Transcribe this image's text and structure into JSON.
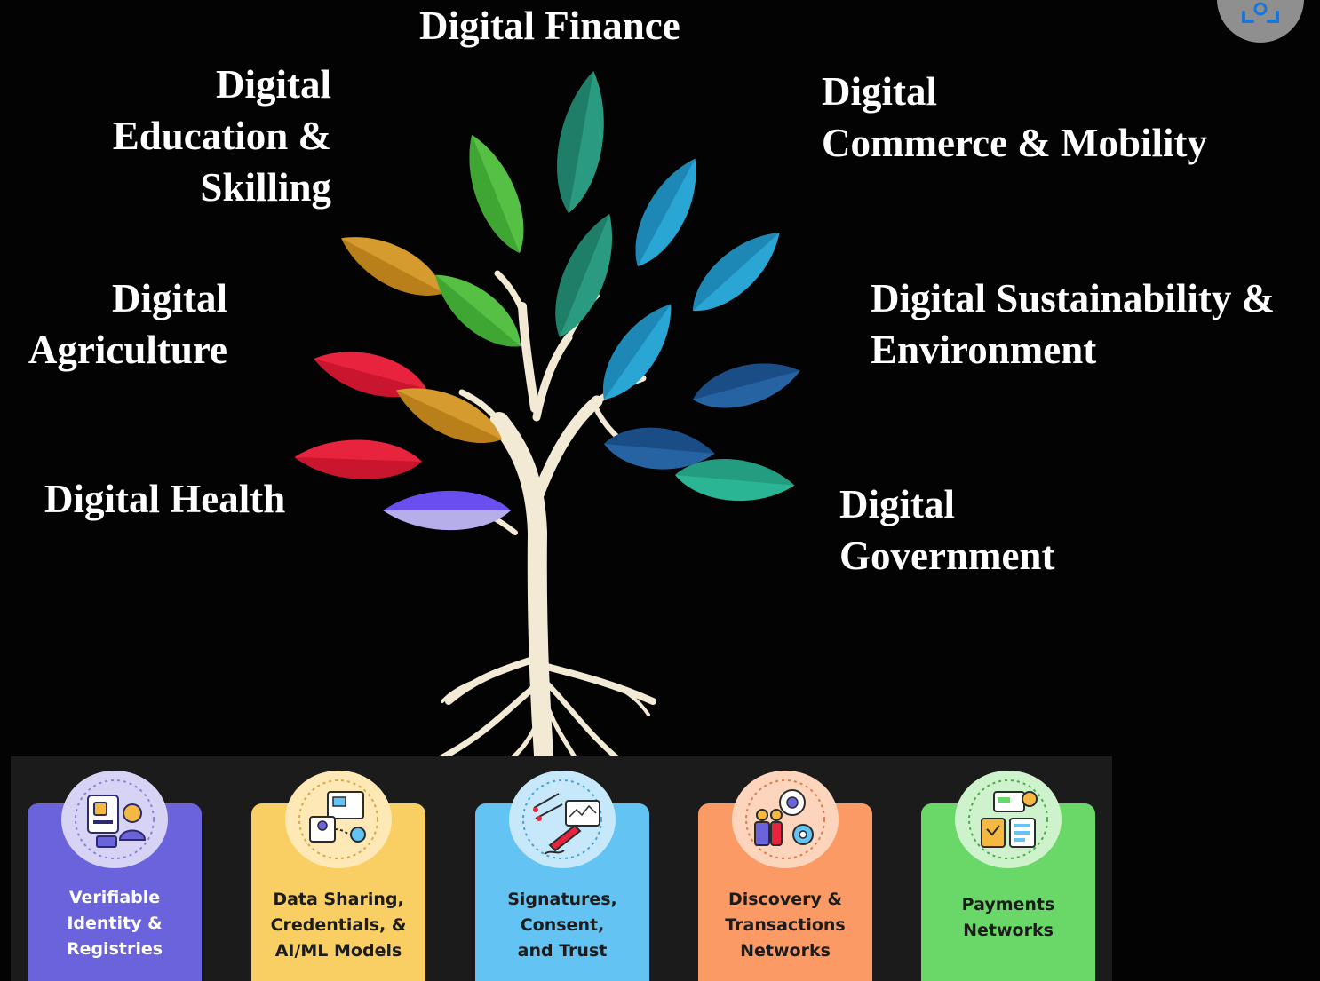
{
  "sectors": {
    "finance": "Digital Finance",
    "education": "Digital\nEducation &\nSkilling",
    "commerce": "Digital\nCommerce & Mobility",
    "agriculture": "Digital\nAgriculture",
    "sustainability": "Digital Sustainability &\nEnvironment",
    "health": "Digital Health",
    "government": "Digital\nGovernment"
  },
  "pillars": [
    {
      "label": "Verifiable\nIdentity &\nRegistries",
      "color": "#6b63dc",
      "badge": "#d6d3f5",
      "text_color": "#ffffff",
      "icon": "id-card-icon"
    },
    {
      "label": "Data Sharing,\nCredentials, &\nAI/ML Models",
      "color": "#f9cf63",
      "badge": "#fde8b6",
      "text_color": "#1c1c1c",
      "icon": "data-sharing-icon"
    },
    {
      "label": "Signatures,\nConsent,\nand Trust",
      "color": "#63c3f2",
      "badge": "#c6e8fa",
      "text_color": "#1c1c1c",
      "icon": "signature-icon"
    },
    {
      "label": "Discovery &\nTransactions\nNetworks",
      "color": "#fb9a64",
      "badge": "#fdd4bc",
      "text_color": "#1c1c1c",
      "icon": "discovery-network-icon"
    },
    {
      "label": "Payments\nNetworks",
      "color": "#6ad868",
      "badge": "#cdf2cc",
      "text_color": "#1c1c1c",
      "icon": "payments-icon"
    }
  ],
  "colors": {
    "background": "#030303",
    "trunk": "#f2ead5",
    "leaf_green": "#55c043",
    "leaf_teal": "#2a9a80",
    "leaf_blue": "#2aa6d4",
    "leaf_navy": "#2563a3",
    "leaf_gold": "#d69b2e",
    "leaf_red": "#e7233d",
    "leaf_purple": "#6b4ef0"
  },
  "icons": {
    "screenshot": "screenshot-scan-icon"
  }
}
